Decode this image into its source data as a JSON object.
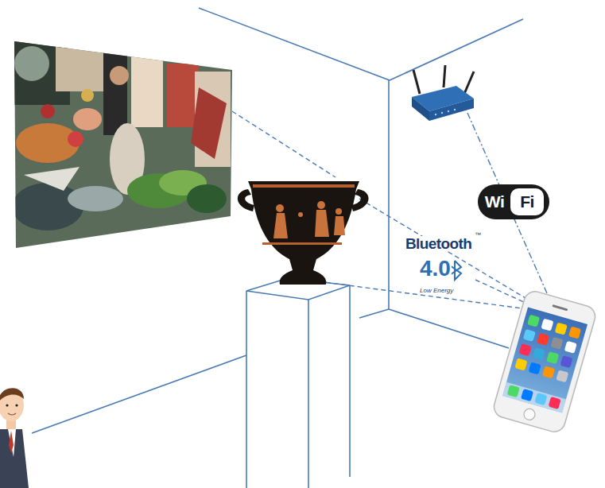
{
  "diagram": {
    "labels": [
      "Bluetooth",
      "™",
      "4.0",
      "Low Energy",
      "Wi",
      "Fi"
    ]
  }
}
